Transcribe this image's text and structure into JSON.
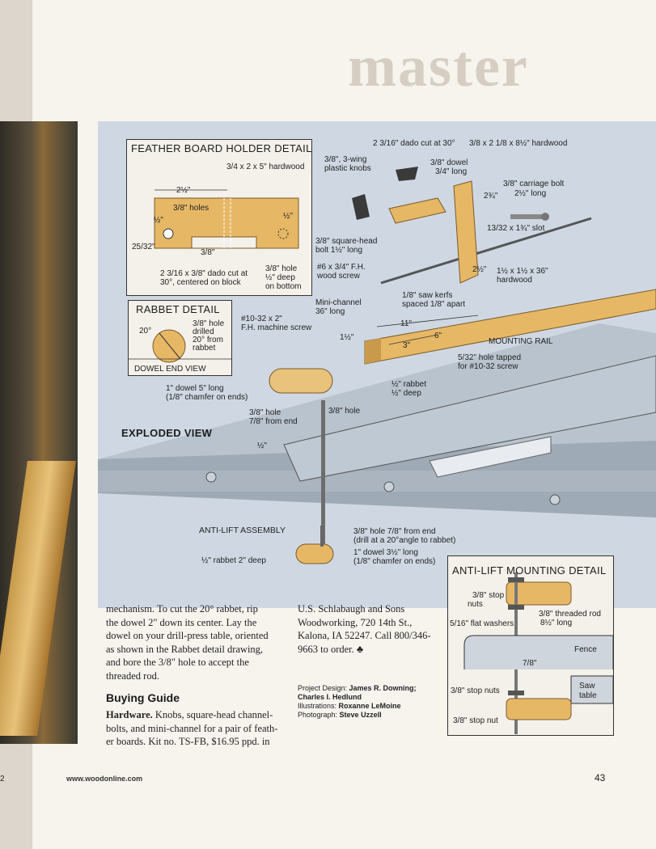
{
  "background_title": "master",
  "feather_detail": {
    "title": "FEATHER BOARD HOLDER DETAIL",
    "labels": [
      "3/4 x 2 x 5\" hardwood",
      "2½\"",
      "3/8\" holes",
      "½\"",
      "½\"",
      "25/32\"",
      "3/8\"",
      "2 3/16 x 3/8\" dado cut at",
      "30°, centered on block",
      "3/8\" hole",
      "½\" deep",
      "on bottom"
    ]
  },
  "rabbet_detail": {
    "title": "RABBET DETAIL",
    "labels": [
      "20°",
      "3/8\" hole",
      "drilled",
      "20° from",
      "rabbet"
    ],
    "footer": "DOWEL END VIEW"
  },
  "exploded": {
    "title": "EXPLODED VIEW",
    "labels": [
      "2 3/16\" dado cut at 30°",
      "3/8 x 2 1/8 x 8½\" hardwood",
      "3/8\", 3-wing",
      "plastic knobs",
      "3/8\" dowel",
      "3/4\" long",
      "3/8\" carriage bolt",
      "2½\" long",
      "2¾\"",
      "13/32 x 1¾\" slot",
      "3/8\" square-head",
      "bolt 1½\" long",
      "#6 x 3/4\" F.H.",
      "wood screw",
      "2½\"",
      "1½ x 1½ x 36\"",
      "hardwood",
      "Mini-channel",
      "36\" long",
      "1/8\" saw kerfs",
      "spaced 1/8\" apart",
      "#10-32 x 2\"",
      "F.H. machine screw",
      "11\"",
      "6\"",
      "1½\"",
      "3\"",
      "MOUNTING RAIL",
      "5/32\" hole tapped",
      "for #10-32 screw",
      "1\" dowel 5\" long",
      "(1/8\" chamfer on ends)",
      "½\" rabbet",
      "½\" deep",
      "3/8\" hole",
      "7/8\" from end",
      "3/8\" hole",
      "½\""
    ]
  },
  "anti_lift": {
    "title": "ANTI-LIFT ASSEMBLY",
    "labels": [
      "3/8\" hole 7/8\" from end",
      "(drill at a 20°angle to rabbet)",
      "1\" dowel 3½\" long",
      "(1/8\" chamfer on ends)",
      "½\" rabbet 2\" deep"
    ]
  },
  "mounting_detail": {
    "title": "ANTI-LIFT MOUNTING DETAIL",
    "labels": [
      "3/8\" stop",
      "nuts",
      "3/8\" threaded rod",
      "8½\" long",
      "5/16\" flat washers",
      "Fence",
      "7/8\"",
      "3/8\" stop nuts",
      "Saw",
      "table",
      "3/8\" stop nut"
    ]
  },
  "body_text": {
    "col1_lines": [
      "mechanism. To cut the 20° rabbet, rip",
      "the dowel 2\" down its center. Lay the",
      "dowel on your drill-press table, oriented",
      "as shown in the Rabbet detail drawing,",
      "and bore the 3/8\" hole to accept the",
      "threaded rod."
    ],
    "buying_heading": "Buying Guide",
    "buying_lead": "Hardware.",
    "buying_lines": [
      " Knobs, square-head channel-",
      "bolts, and mini-channel for a pair of feath-",
      "er boards. Kit no. TS-FB, $16.95 ppd. in"
    ],
    "col2_lines": [
      "U.S. Schlabaugh and Sons",
      "Woodworking, 720 14th St.,",
      "Kalona, IA 52247. Call 800/346-",
      "9663 to order."
    ]
  },
  "credits": {
    "design_label": "Project Design: ",
    "design_value": "James R. Downing;",
    "design_value2": "Charles I. Hedlund",
    "illus_label": "Illustrations: ",
    "illus_value": "Roxanne LeMoine",
    "photo_label": "Photograph: ",
    "photo_value": "Steve Uzzell"
  },
  "footer": {
    "url": "www.woodonline.com",
    "page_number": "43",
    "left_page_number": "2"
  }
}
